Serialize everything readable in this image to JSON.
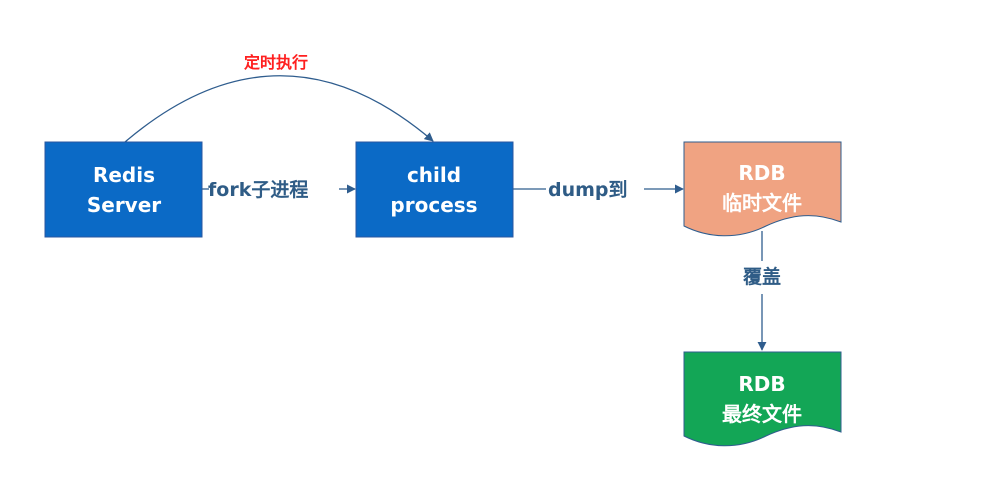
{
  "colors": {
    "box": "#0b6ac6",
    "box_border": "#2a57a0",
    "arrow": "#2f5d8e",
    "edge_text": "#2f5c86",
    "timer_text": "#ff2020",
    "rdb_temp": "#f0a382",
    "rdb_final": "#13a656",
    "doc_border": "#2f5d8e"
  },
  "nodes": {
    "redis_server": {
      "line1": "Redis",
      "line2": "Server"
    },
    "child_process": {
      "line1": "child",
      "line2": "process"
    },
    "rdb_temp": {
      "line1": "RDB",
      "line2": "临时文件"
    },
    "rdb_final": {
      "line1": "RDB",
      "line2": "最终文件"
    }
  },
  "edges": {
    "fork": "fork子进程",
    "dump": "dump到",
    "overwrite": "覆盖",
    "timer": "定时执行"
  }
}
